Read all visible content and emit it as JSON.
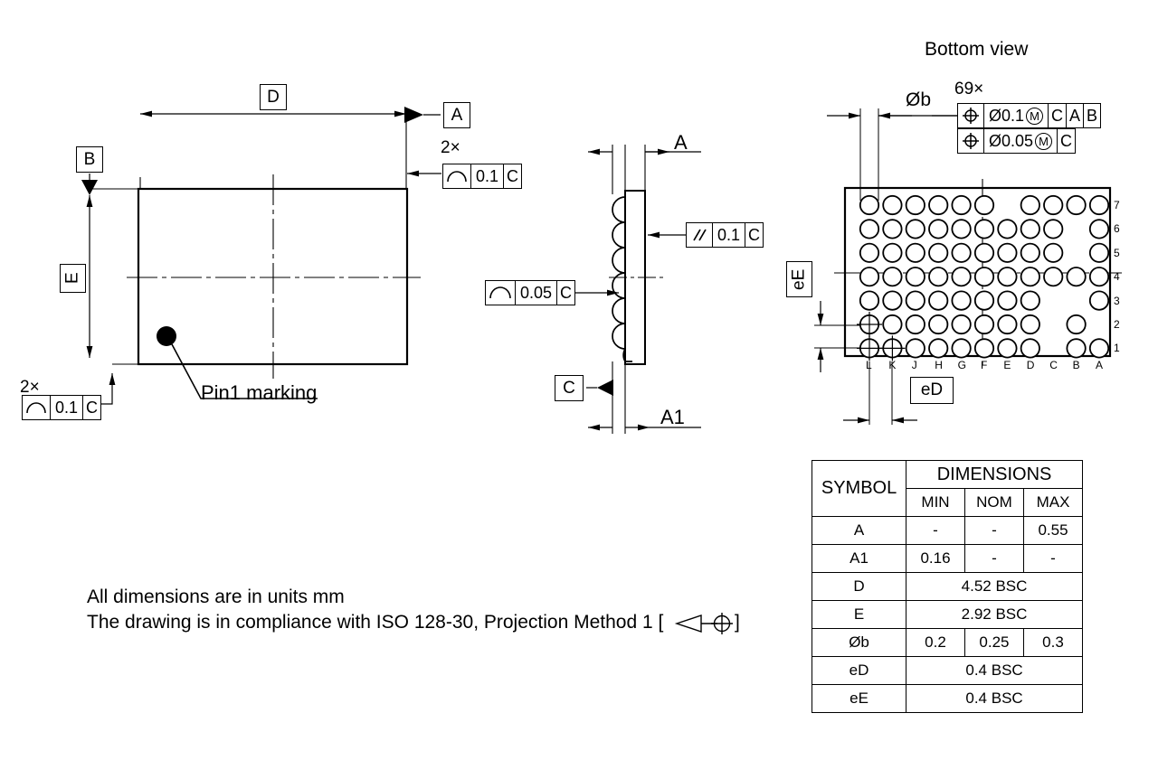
{
  "views": {
    "bottom_view_title": "Bottom view"
  },
  "top_view": {
    "datum_a": "A",
    "datum_b": "B",
    "dim_d": "D",
    "dim_e": "E",
    "pin1_label": "Pin1 marking",
    "qty_top": "2×",
    "qty_bottom": "2×",
    "fcf_top": {
      "symbol": "profile-surface",
      "tolerance": "0.1",
      "datum": "C"
    },
    "fcf_bottom": {
      "symbol": "profile-surface",
      "tolerance": "0.1",
      "datum": "C"
    }
  },
  "side_view": {
    "dim_a": "A",
    "dim_a1": "A1",
    "datum_c": "C",
    "fcf_parallel": {
      "symbol": "parallelism",
      "tolerance": "0.1",
      "datum": "C"
    },
    "fcf_profile": {
      "symbol": "profile-surface",
      "tolerance": "0.05",
      "datum": "C"
    }
  },
  "bottom_view": {
    "ball_count": "69×",
    "dia_label": "Øb",
    "pitch_e": "eE",
    "pitch_d": "eD",
    "fcf_position_1": {
      "symbol": "position",
      "tolerance": "Ø0.1",
      "modifier": "M",
      "datums": [
        "C",
        "A",
        "B"
      ]
    },
    "fcf_position_2": {
      "symbol": "position",
      "tolerance": "Ø0.05",
      "modifier": "M",
      "datums": [
        "C"
      ]
    },
    "column_labels": [
      "L",
      "K",
      "J",
      "H",
      "G",
      "F",
      "E",
      "D",
      "C",
      "B",
      "A"
    ],
    "row_labels": [
      "7",
      "6",
      "5",
      "4",
      "3",
      "2",
      "1"
    ],
    "ball_map": [
      {
        "row": "7",
        "cols": [
          "L",
          "K",
          "J",
          "H",
          "G",
          "F",
          "D",
          "C",
          "B",
          "A"
        ]
      },
      {
        "row": "6",
        "cols": [
          "L",
          "K",
          "J",
          "H",
          "G",
          "F",
          "E",
          "D",
          "C",
          "A"
        ]
      },
      {
        "row": "5",
        "cols": [
          "L",
          "K",
          "J",
          "H",
          "G",
          "F",
          "E",
          "D",
          "C",
          "A"
        ]
      },
      {
        "row": "4",
        "cols": [
          "L",
          "K",
          "J",
          "H",
          "G",
          "F",
          "E",
          "D",
          "C",
          "B",
          "A"
        ]
      },
      {
        "row": "3",
        "cols": [
          "L",
          "K",
          "J",
          "H",
          "G",
          "F",
          "E",
          "D",
          "A"
        ]
      },
      {
        "row": "2",
        "cols": [
          "L",
          "K",
          "J",
          "H",
          "G",
          "F",
          "E",
          "D",
          "B"
        ]
      },
      {
        "row": "1",
        "cols": [
          "L",
          "K",
          "J",
          "H",
          "G",
          "F",
          "E",
          "D",
          "B",
          "A"
        ]
      }
    ]
  },
  "notes": {
    "line1": "All dimensions are in units mm",
    "line2_pre": "The drawing is in compliance with ISO 128-30, Projection Method 1 [",
    "line2_post": "]"
  },
  "dimension_table": {
    "header_symbol": "SYMBOL",
    "header_dimensions": "DIMENSIONS",
    "subheaders": [
      "MIN",
      "NOM",
      "MAX"
    ],
    "rows": [
      {
        "symbol": "A",
        "min": "-",
        "nom": "-",
        "max": "0.55",
        "span": false
      },
      {
        "symbol": "A1",
        "min": "0.16",
        "nom": "-",
        "max": "-",
        "span": false
      },
      {
        "symbol": "D",
        "value": "4.52 BSC",
        "span": true
      },
      {
        "symbol": "E",
        "value": "2.92 BSC",
        "span": true
      },
      {
        "symbol": "Øb",
        "min": "0.2",
        "nom": "0.25",
        "max": "0.3",
        "span": false
      },
      {
        "symbol": "eD",
        "value": "0.4 BSC",
        "span": true
      },
      {
        "symbol": "eE",
        "value": "0.4 BSC",
        "span": true
      }
    ]
  },
  "colors": {
    "line": "#000000",
    "background": "#ffffff"
  }
}
